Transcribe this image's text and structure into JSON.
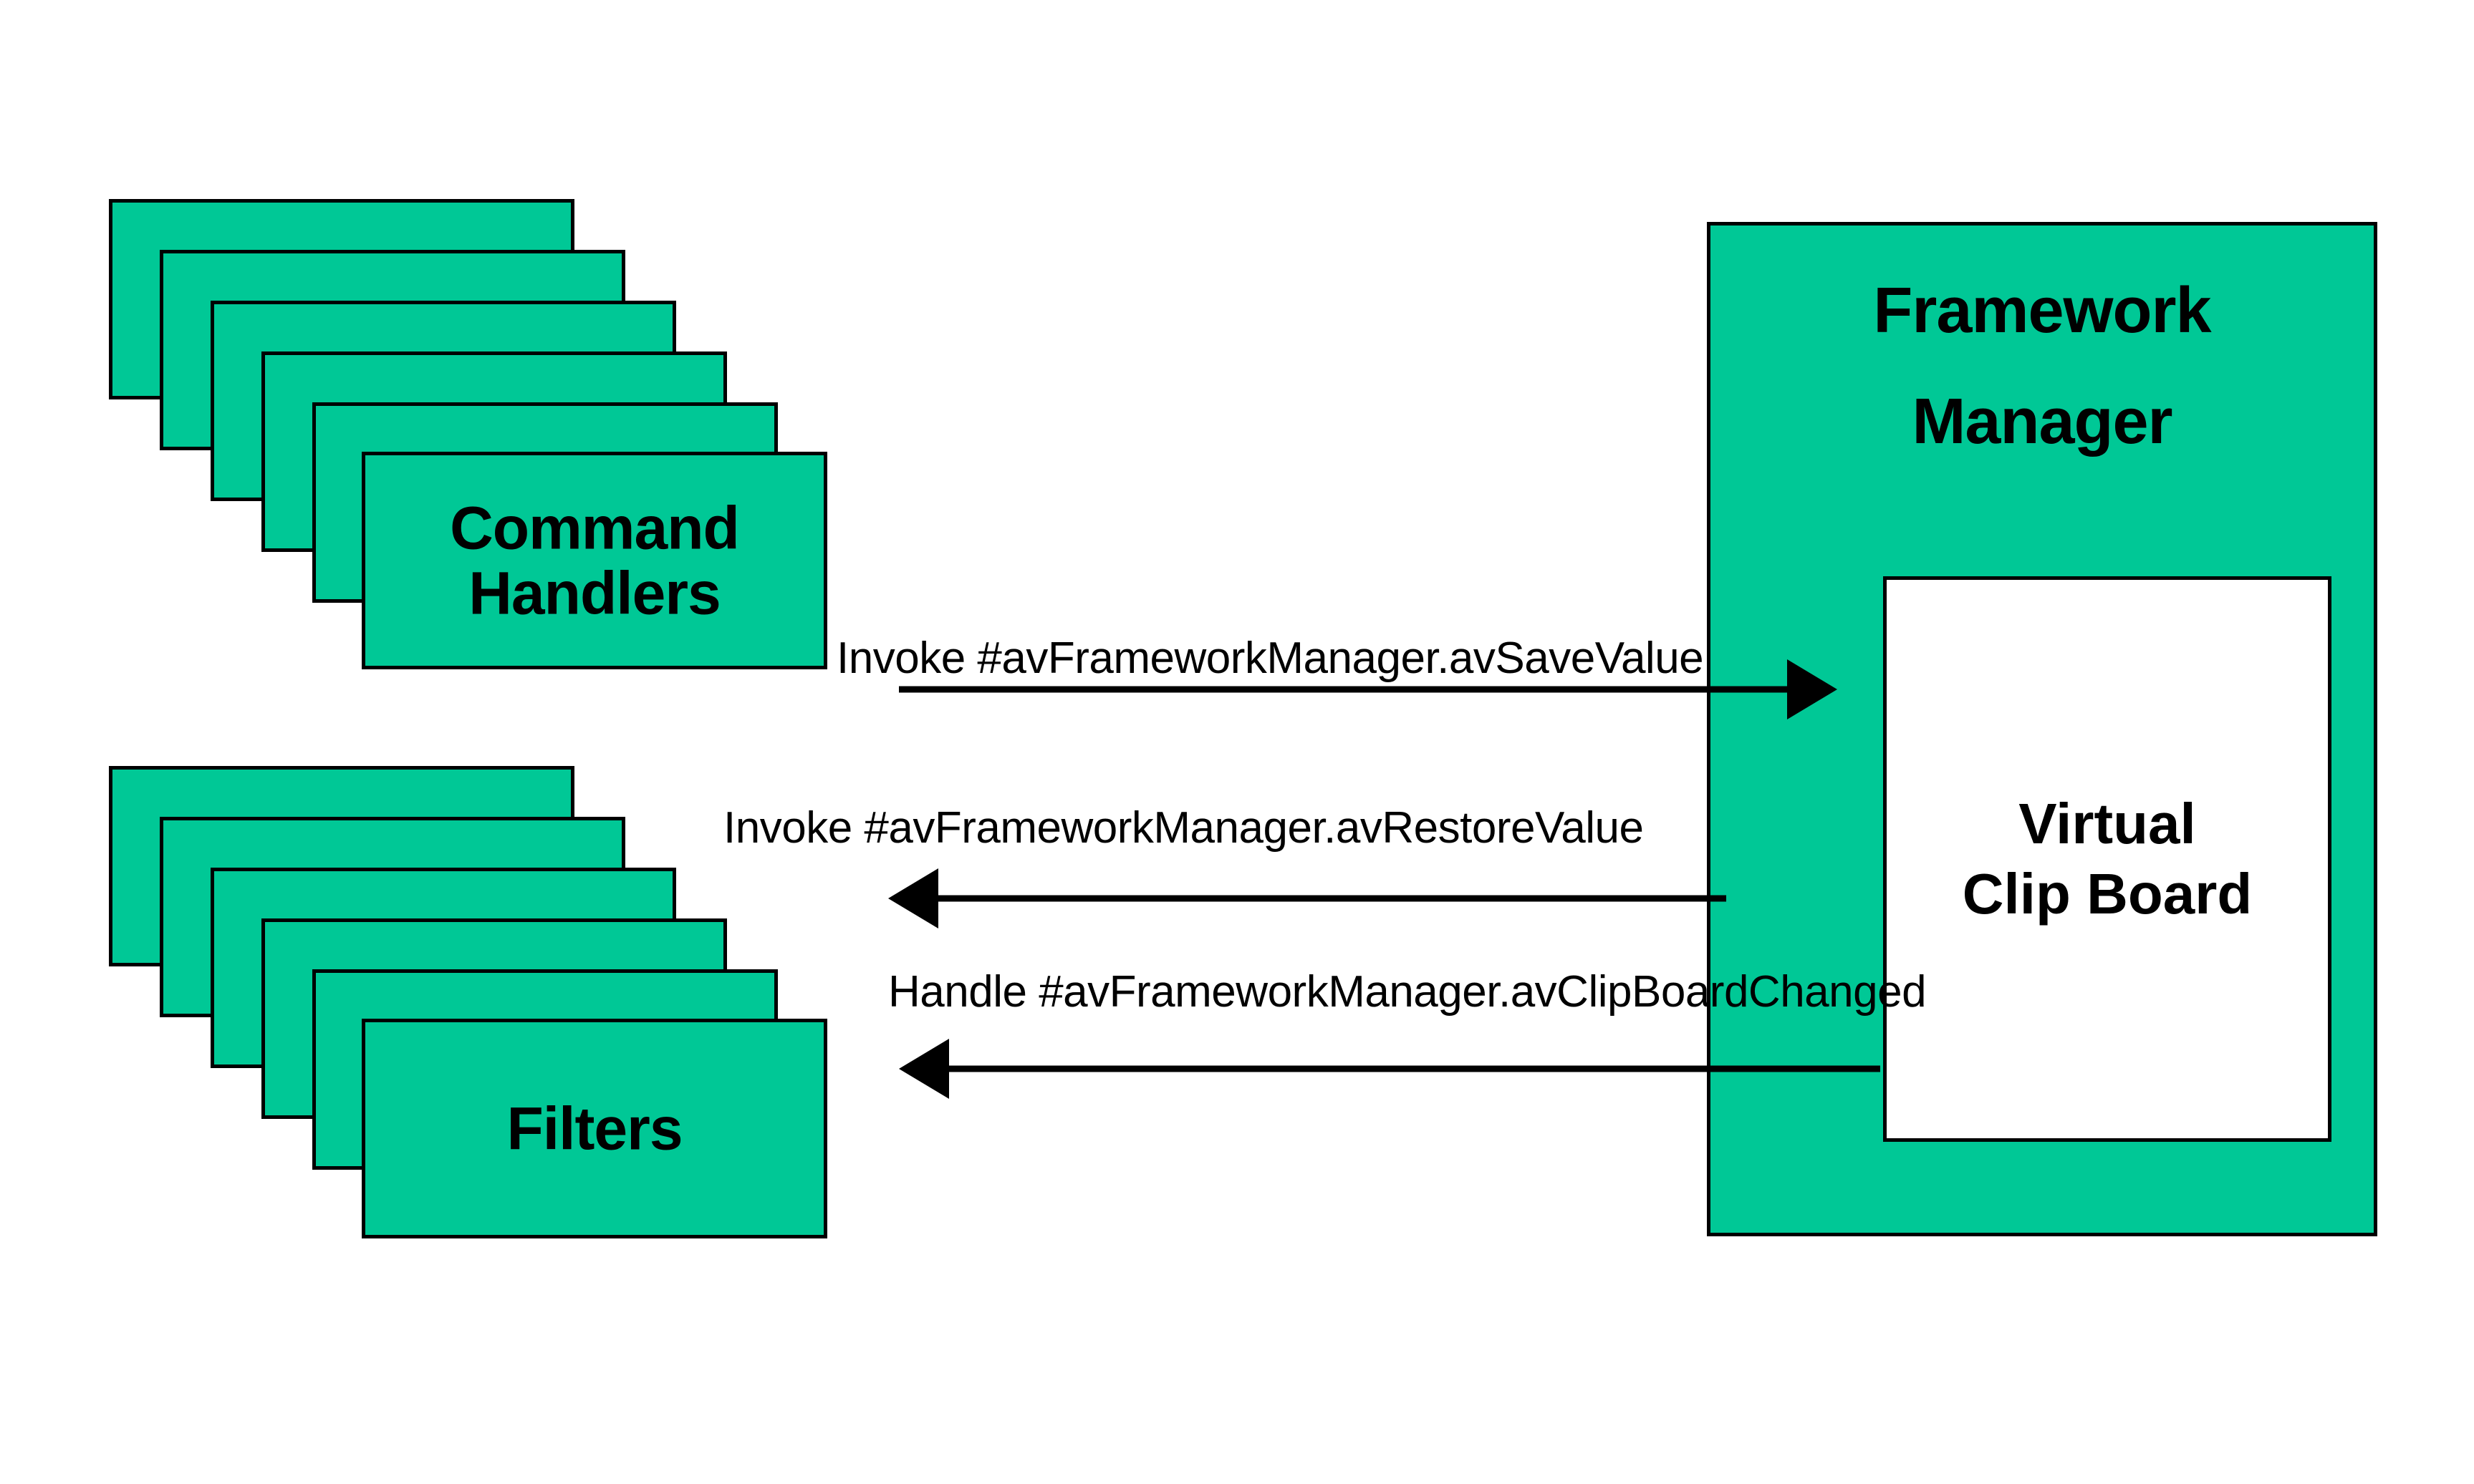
{
  "diagram": {
    "title": "Framework Manager Virtual Clip Board Interaction Diagram",
    "colors": {
      "component_fill": "#00c896",
      "clipboard_fill": "#ffffff",
      "stroke": "#000000",
      "background": "#ffffff"
    }
  },
  "components": {
    "command_handlers": {
      "label": "Command\nHandlers",
      "stack_count": 6
    },
    "filters": {
      "label": "Filters",
      "stack_count": 6
    },
    "framework_manager": {
      "label": "Framework\nManager"
    },
    "clip_board": {
      "label": "Virtual\nClip Board"
    }
  },
  "connections": [
    {
      "id": "save-value",
      "label": "Invoke #avFrameworkManager.avSaveValue",
      "from": "Command Handlers",
      "to": "Framework Manager",
      "direction": "right"
    },
    {
      "id": "restore-value",
      "label": "Invoke #avFrameworkManager.avRestoreValue",
      "from": "Framework Manager",
      "to": "Filters",
      "direction": "left"
    },
    {
      "id": "clipboard-changed",
      "label": "Handle #avFrameworkManager.avClipBoardChanged",
      "from": "Framework Manager",
      "to": "Filters",
      "direction": "left"
    }
  ]
}
